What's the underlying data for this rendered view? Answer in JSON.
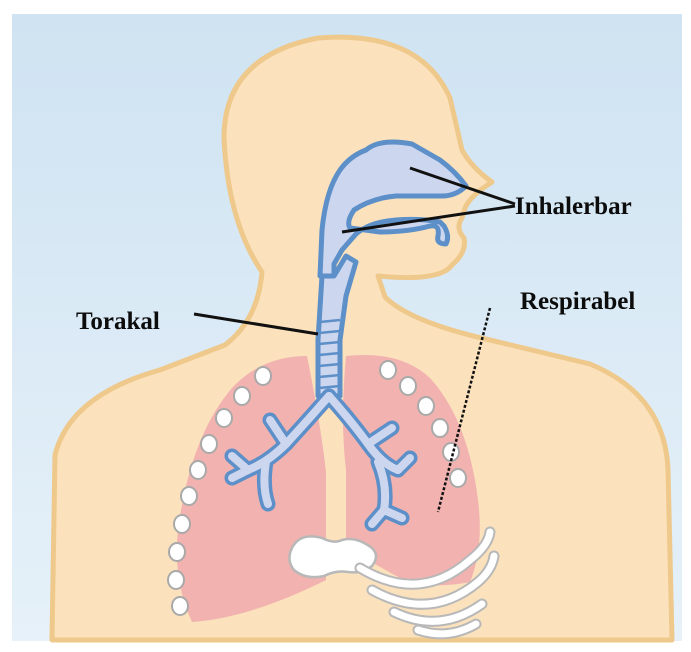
{
  "labels": {
    "inhalerbar": "Inhalerbar",
    "respirabel": "Respirabel",
    "torakal": "Torakal"
  },
  "colors": {
    "background_top": "#cfe3f2",
    "background_bottom": "#e6f1f9",
    "skin": "#fbe2bd",
    "skin_outline": "#eec98b",
    "airway_fill": "#cdd6ef",
    "airway_outline": "#5d8fc8",
    "trachea_rings": "#b9d7ee",
    "lung": "#f1b2b0",
    "bone": "#ffffff",
    "bone_outline": "#b8b8b8",
    "leader_line": "#111111"
  }
}
